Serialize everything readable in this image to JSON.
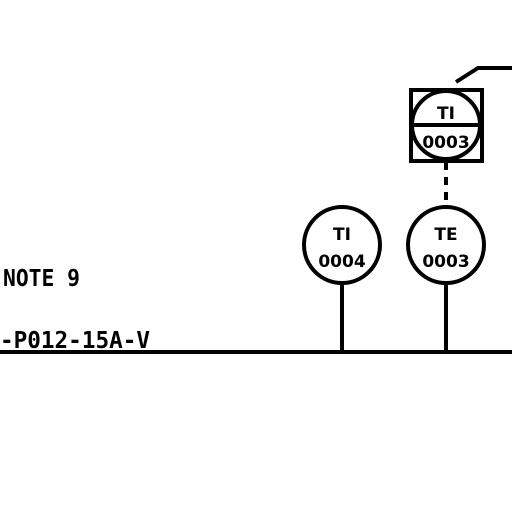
{
  "note": {
    "label": "NOTE 9"
  },
  "process_line": {
    "tag": "-P012-15A-V"
  },
  "instruments": [
    {
      "function": "TI",
      "loop": "0004",
      "kind": "field-mounted"
    },
    {
      "function": "TE",
      "loop": "0003",
      "kind": "field-mounted"
    },
    {
      "function": "TI",
      "loop": "0003",
      "kind": "shared-display"
    }
  ]
}
